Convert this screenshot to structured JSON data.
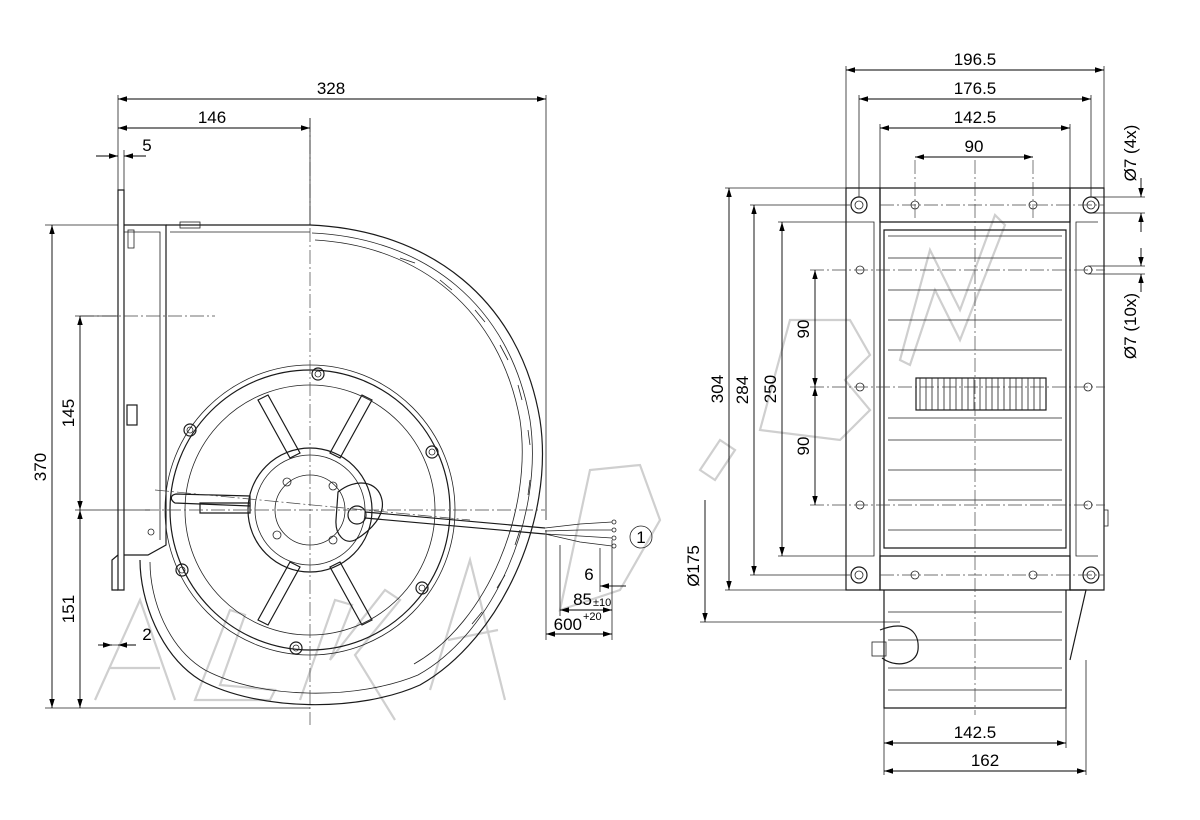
{
  "front_view": {
    "dims": {
      "overall_width": "328",
      "half_width": "146",
      "flange_offset": "5",
      "overall_height": "370",
      "upper_height": "145",
      "lower_height": "151",
      "bottom_offset": "2",
      "wire_strip": "6",
      "wire_length_base": "85",
      "wire_length_tol": "±10",
      "cable_length_base": "600",
      "cable_length_tol": "+20",
      "callout": "1"
    }
  },
  "side_view": {
    "dims": {
      "outer_width": "196.5",
      "hole_width": "176.5",
      "inner_width": "142.5",
      "center_spacing": "90",
      "height_outer": "304",
      "height_holes": "284",
      "height_inner": "250",
      "pitch_upper": "90",
      "pitch_lower": "90",
      "inlet_diameter": "Ø175",
      "hole_4x": "Ø7 (4x)",
      "hole_10x": "Ø7 (10x)",
      "bottom_inner": "142.5",
      "bottom_outer": "162"
    }
  },
  "watermark": {
    "text": "AL-KA-AD.BY"
  }
}
